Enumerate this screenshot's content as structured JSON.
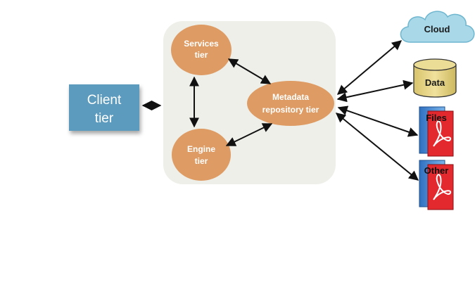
{
  "client": {
    "label_line1": "Client",
    "label_line2": "tier"
  },
  "services": {
    "label_line1": "Services",
    "label_line2": "tier"
  },
  "engine": {
    "label_line1": "Engine",
    "label_line2": "tier"
  },
  "metadata": {
    "label_line1": "Metadata",
    "label_line2": "repository tier"
  },
  "cloud": {
    "label": "Cloud"
  },
  "data_store": {
    "label": "Data"
  },
  "files": {
    "label": "Files"
  },
  "other": {
    "label": "Other"
  },
  "colors": {
    "client_fill": "#5b9bbd",
    "tier_fill": "#de9b63",
    "panel_fill": "#eeefe9",
    "cloud_fill": "#a9d8e8",
    "data_fill": "#e7d68a",
    "pdf_red": "#e3282e"
  }
}
